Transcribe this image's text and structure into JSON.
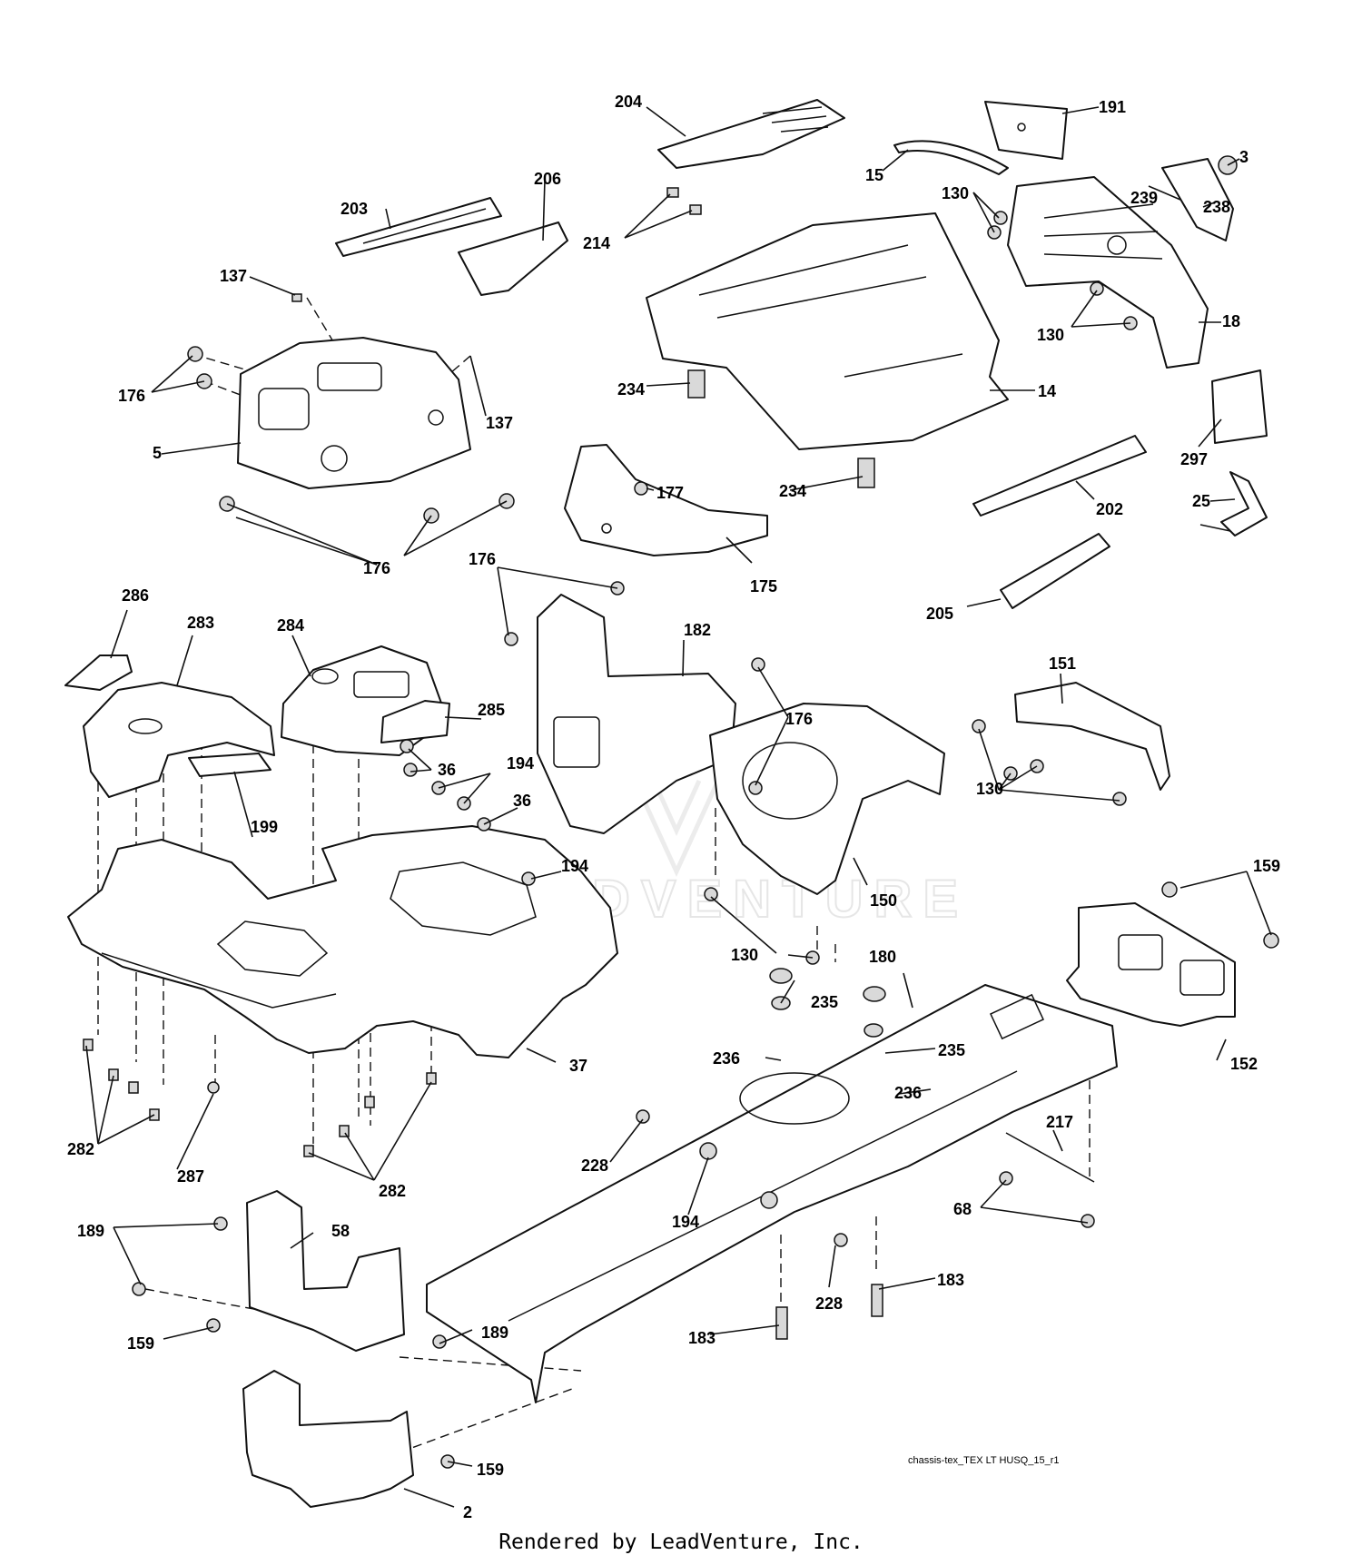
{
  "diagram": {
    "callouts": {
      "c204": "204",
      "c191": "191",
      "c15": "15",
      "c3": "3",
      "c130a": "130",
      "c239": "239",
      "c238": "238",
      "c206": "206",
      "c203": "203",
      "c214": "214",
      "c137a": "137",
      "c130b": "130",
      "c18": "18",
      "c176a": "176",
      "c234a": "234",
      "c14": "14",
      "c137b": "137",
      "c5": "5",
      "c297": "297",
      "c177": "177",
      "c234b": "234",
      "c202": "202",
      "c25": "25",
      "c176b": "176",
      "c175": "175",
      "c176c": "176",
      "c205": "205",
      "c286": "286",
      "c283": "283",
      "c284": "284",
      "c182": "182",
      "c151": "151",
      "c285": "285",
      "c176d": "176",
      "c36a": "36",
      "c194a": "194",
      "c36b": "36",
      "c130c": "130",
      "c199": "199",
      "c194b": "194",
      "c150": "150",
      "c159a": "159",
      "c130d": "130",
      "c180": "180",
      "c235a": "235",
      "c37": "37",
      "c236a": "236",
      "c235b": "235",
      "c152": "152",
      "c236b": "236",
      "c217": "217",
      "c282a": "282",
      "c287": "287",
      "c228a": "228",
      "c282b": "282",
      "c68": "68",
      "c189a": "189",
      "c58": "58",
      "c194c": "194",
      "c183a": "183",
      "c228b": "228",
      "c159b": "159",
      "c189b": "189",
      "c183b": "183",
      "c159c": "159",
      "c2": "2"
    },
    "file_label": "chassis-tex_TEX LT HUSQ_15_r1",
    "watermark": "LEADVENTURE"
  },
  "footer": {
    "text": "Rendered by LeadVenture, Inc."
  }
}
